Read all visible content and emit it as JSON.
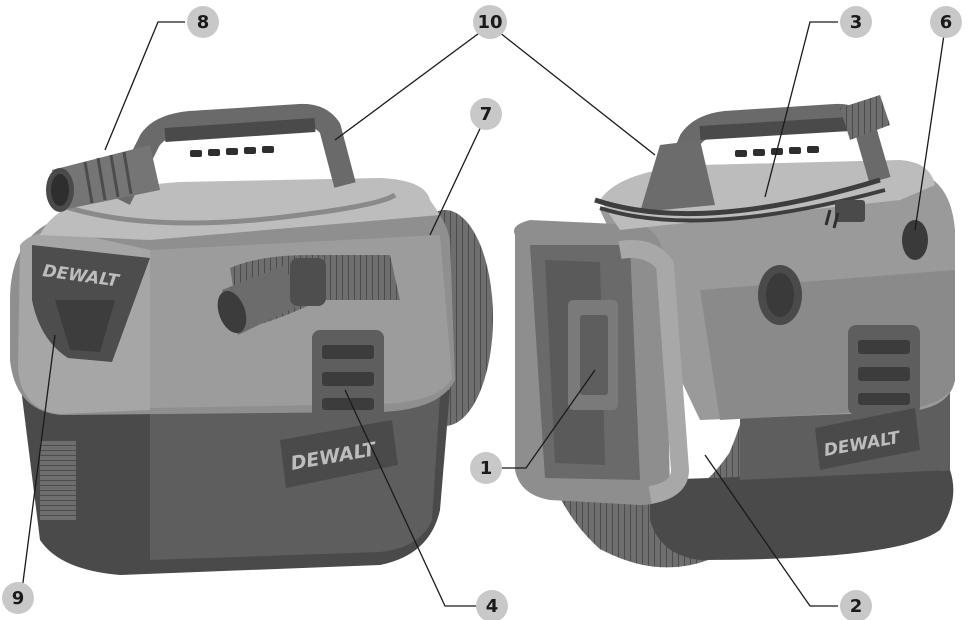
{
  "brand": "DEWALT",
  "callouts": [
    "1",
    "2",
    "3",
    "4",
    "6",
    "7",
    "8",
    "9",
    "10"
  ],
  "colors": {
    "body_light": "#9a9a9a",
    "body_mid": "#7c7c7c",
    "body_dark": "#5a5a5a",
    "body_darkest": "#3f3f3f",
    "badge": "#c8c8c8",
    "leader": "#1a1a1a"
  }
}
